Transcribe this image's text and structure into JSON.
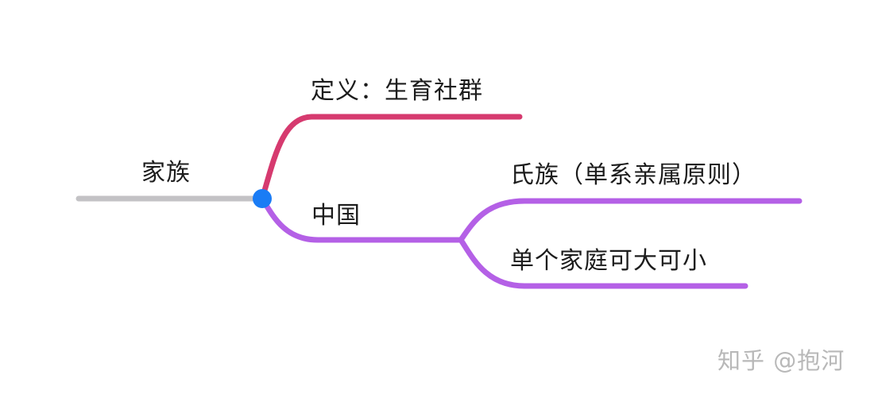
{
  "mindmap": {
    "root": {
      "label": "家族"
    },
    "branches": {
      "definition": {
        "label": "定义：生育社群"
      },
      "china": {
        "label": "中国",
        "children": {
          "clan": {
            "label": "氏族（单系亲属原则）"
          },
          "household": {
            "label": "单个家庭可大可小"
          }
        }
      }
    }
  },
  "watermark": {
    "text": "知乎 @抱河"
  },
  "colors": {
    "root_line": "#c3c2c5",
    "definition_line": "#d63a6f",
    "china_line": "#b460e6",
    "junction_dot": "#1a7cf5",
    "text": "#1c1c1c",
    "watermark": "#b8b8b8"
  }
}
